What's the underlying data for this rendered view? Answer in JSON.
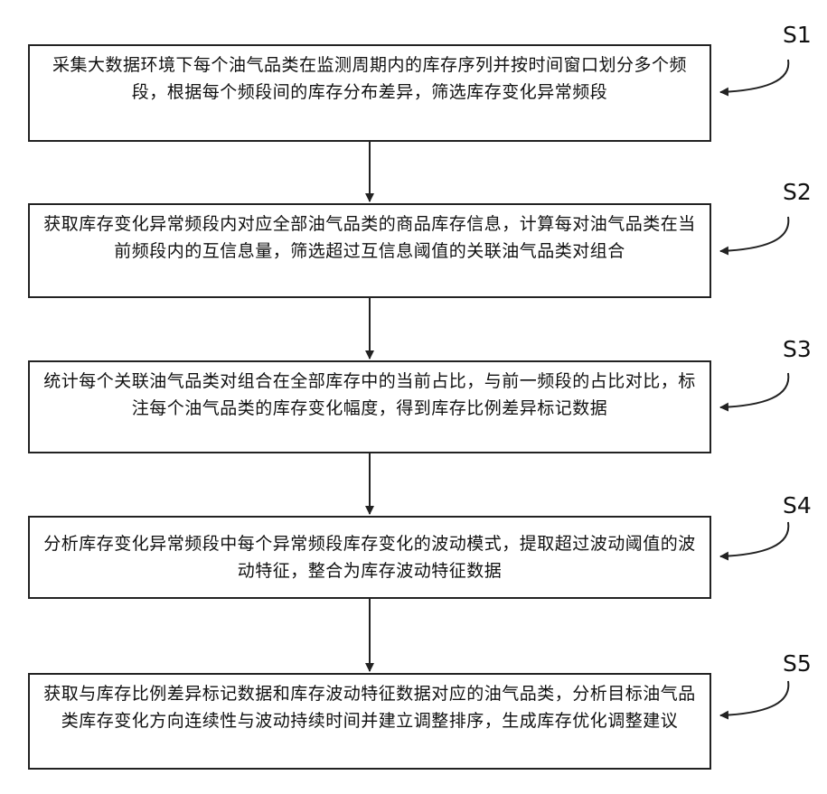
{
  "steps": [
    {
      "id": "S1",
      "text": "采集大数据环境下每个油气品类在监测周期内的库存序列并按时间窗口划分多个频段，根据每个频段间的库存分布差异，筛选库存变化异常频段"
    },
    {
      "id": "S2",
      "text": "获取库存变化异常频段内对应全部油气品类的商品库存信息，计算每对油气品类在当前频段内的互信息量，筛选超过互信息阈值的关联油气品类对组合"
    },
    {
      "id": "S3",
      "text": "统计每个关联油气品类对组合在全部库存中的当前占比，与前一频段的占比对比，标注每个油气品类的库存变化幅度，得到库存比例差异标记数据"
    },
    {
      "id": "S4",
      "text": "分析库存变化异常频段中每个异常频段库存变化的波动模式，提取超过波动阈值的波动特征，整合为库存波动特征数据"
    },
    {
      "id": "S5",
      "text": "获取与库存比例差异标记数据和库存波动特征数据对应的油气品类，分析目标油气品类库存变化方向连续性与波动持续时间并建立调整排序，生成库存优化调整建议"
    }
  ]
}
